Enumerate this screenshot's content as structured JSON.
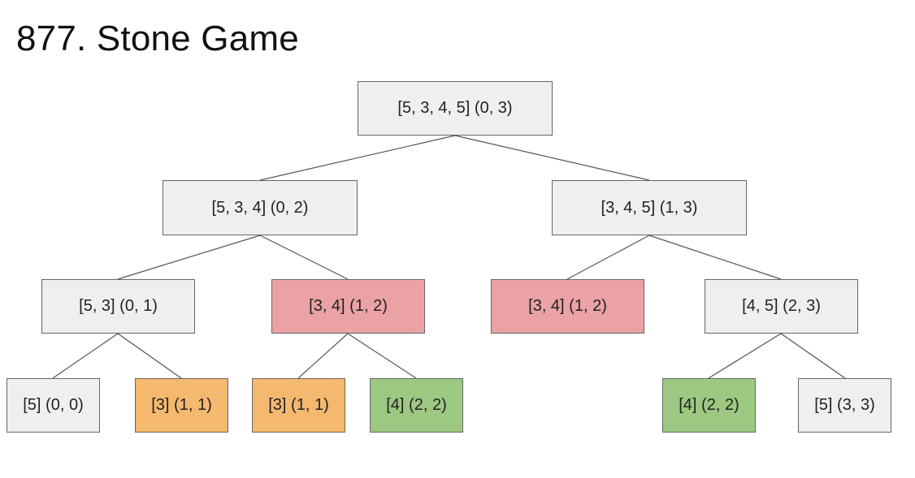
{
  "title": "877. Stone Game",
  "tree": {
    "root": {
      "label": "[5, 3, 4, 5] (0, 3)",
      "color": "#efefef"
    },
    "n02": {
      "label": "[5, 3, 4] (0, 2)",
      "color": "#efefef"
    },
    "n13": {
      "label": "[3, 4, 5] (1, 3)",
      "color": "#efefef"
    },
    "n01": {
      "label": "[5, 3] (0, 1)",
      "color": "#efefef"
    },
    "n12a": {
      "label": "[3, 4] (1, 2)",
      "color": "#eaa2a4"
    },
    "n12b": {
      "label": "[3, 4] (1, 2)",
      "color": "#eaa2a4"
    },
    "n23": {
      "label": "[4, 5] (2, 3)",
      "color": "#efefef"
    },
    "n00": {
      "label": "[5] (0, 0)",
      "color": "#efefef"
    },
    "n11a": {
      "label": "[3] (1, 1)",
      "color": "#f4b86e"
    },
    "n11b": {
      "label": "[3] (1, 1)",
      "color": "#f4b86e"
    },
    "n22a": {
      "label": "[4] (2, 2)",
      "color": "#9dc882"
    },
    "n22b": {
      "label": "[4] (2, 2)",
      "color": "#9dc882"
    },
    "n33": {
      "label": "[5] (3, 3)",
      "color": "#efefef"
    }
  }
}
